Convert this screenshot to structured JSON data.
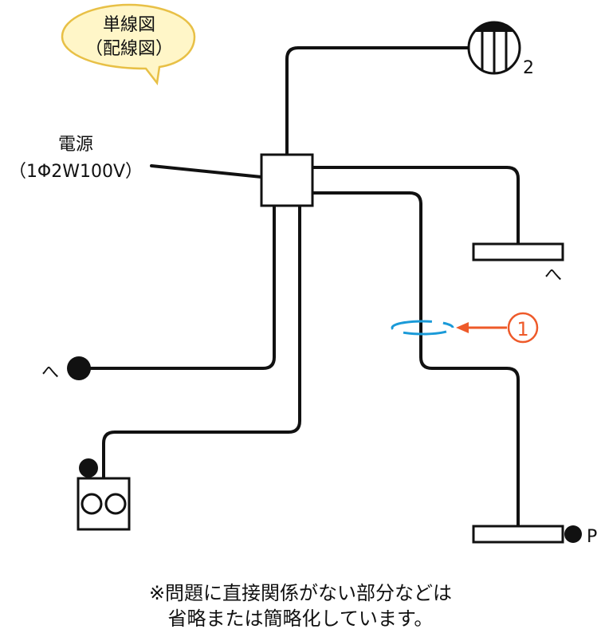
{
  "title_bubble": {
    "line1": "単線図",
    "line2": "（配線図）"
  },
  "power_source": {
    "line1": "電源",
    "line2": "（1Φ2W100V）"
  },
  "labels": {
    "fixture_2": "2",
    "switch_he_right": "へ",
    "switch_he_left": "へ",
    "switch_p": "P",
    "marker_1": "1"
  },
  "note": {
    "line1": "※問題に直接関係がない部分などは",
    "line2": "省略または簡略化しています。"
  },
  "colors": {
    "line": "#111111",
    "bubble_fill": "#fff6c8",
    "bubble_stroke": "#e8c046",
    "marker": "#ee5a2a",
    "ring": "#1a9ad8"
  }
}
